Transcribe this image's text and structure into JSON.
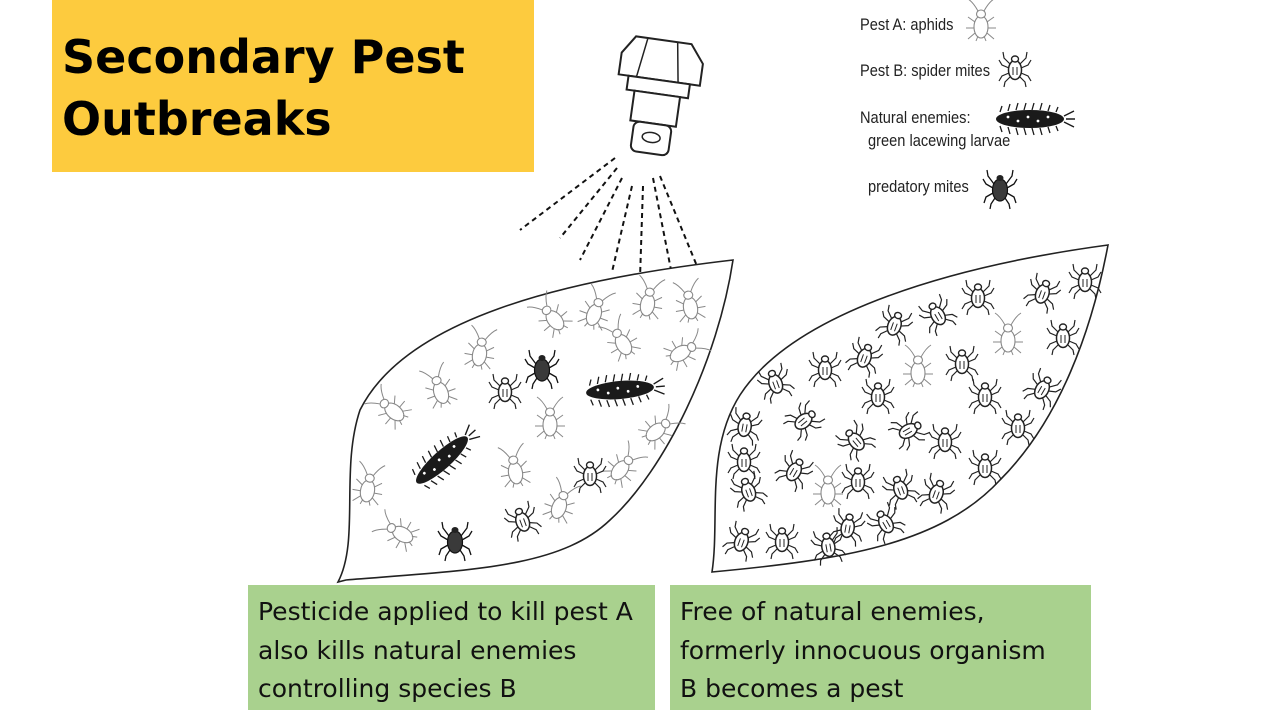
{
  "title": {
    "line1": "Secondary Pest",
    "line2": "Outbreaks"
  },
  "legend": {
    "pest_a": "Pest A: aphids",
    "pest_b": "Pest B: spider mites",
    "natural_enemies_line1": "Natural enemies:",
    "natural_enemies_line2": "green lacewing larvae",
    "predatory_mites": "predatory mites"
  },
  "captions": {
    "left": [
      "Pesticide applied to kill pest A",
      "also kills natural enemies",
      "controlling species B"
    ],
    "right": [
      "Free of natural enemies,",
      "formerly innocuous organism",
      "B becomes a pest"
    ]
  },
  "colors": {
    "title_bg": "#fdcb3e",
    "caption_bg": "#a9d18e"
  },
  "icons": [
    "spray-nozzle-icon",
    "aphid-icon",
    "spider-mite-icon",
    "lacewing-larva-icon",
    "predatory-mite-icon",
    "leaf-icon"
  ]
}
